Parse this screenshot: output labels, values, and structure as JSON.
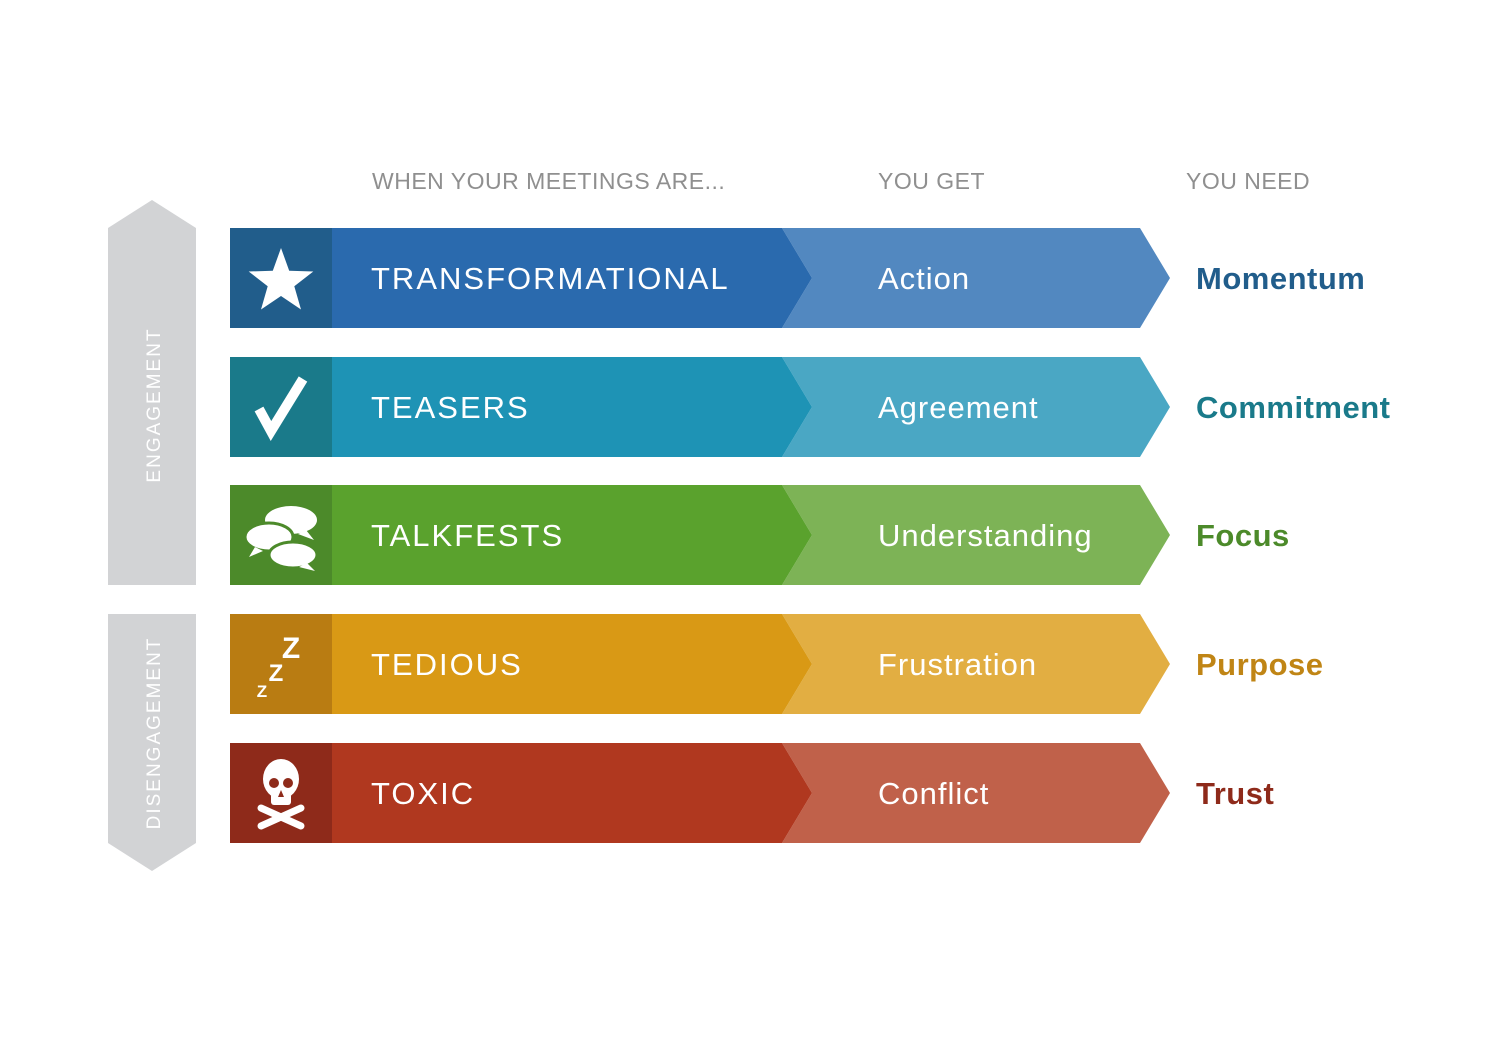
{
  "headers": {
    "col1": "WHEN YOUR MEETINGS ARE...",
    "col2": "YOU GET",
    "col3": "YOU NEED"
  },
  "side_labels": {
    "engagement": "ENGAGEMENT",
    "disengagement": "DISENGAGEMENT",
    "color": "#d2d3d5"
  },
  "rows": [
    {
      "icon": "star-icon",
      "type": "TRANSFORMATIONAL",
      "get": "Action",
      "need": "Momentum",
      "colors": {
        "dark": "#215d8b",
        "main": "#2a6aae",
        "light": "#5288c0",
        "text": "#215d8b"
      }
    },
    {
      "icon": "check-icon",
      "type": "TEASERS",
      "get": "Agreement",
      "need": "Commitment",
      "colors": {
        "dark": "#1a7a8a",
        "main": "#1e93b5",
        "light": "#4aa7c4",
        "text": "#1a7a8a"
      }
    },
    {
      "icon": "speech-bubbles-icon",
      "type": "TALKFESTS",
      "get": "Understanding",
      "need": "Focus",
      "colors": {
        "dark": "#4c8a2a",
        "main": "#5aa22d",
        "light": "#7db356",
        "text": "#4c8a2a"
      }
    },
    {
      "icon": "sleep-zzz-icon",
      "type": "TEDIOUS",
      "get": "Frustration",
      "need": "Purpose",
      "colors": {
        "dark": "#b97c12",
        "main": "#d99915",
        "light": "#e2ae42",
        "text": "#c08515"
      }
    },
    {
      "icon": "skull-crossbones-icon",
      "type": "TOXIC",
      "get": "Conflict",
      "need": "Trust",
      "colors": {
        "dark": "#8e2a1a",
        "main": "#b0381f",
        "light": "#c0614a",
        "text": "#8e2a1a"
      }
    }
  ]
}
